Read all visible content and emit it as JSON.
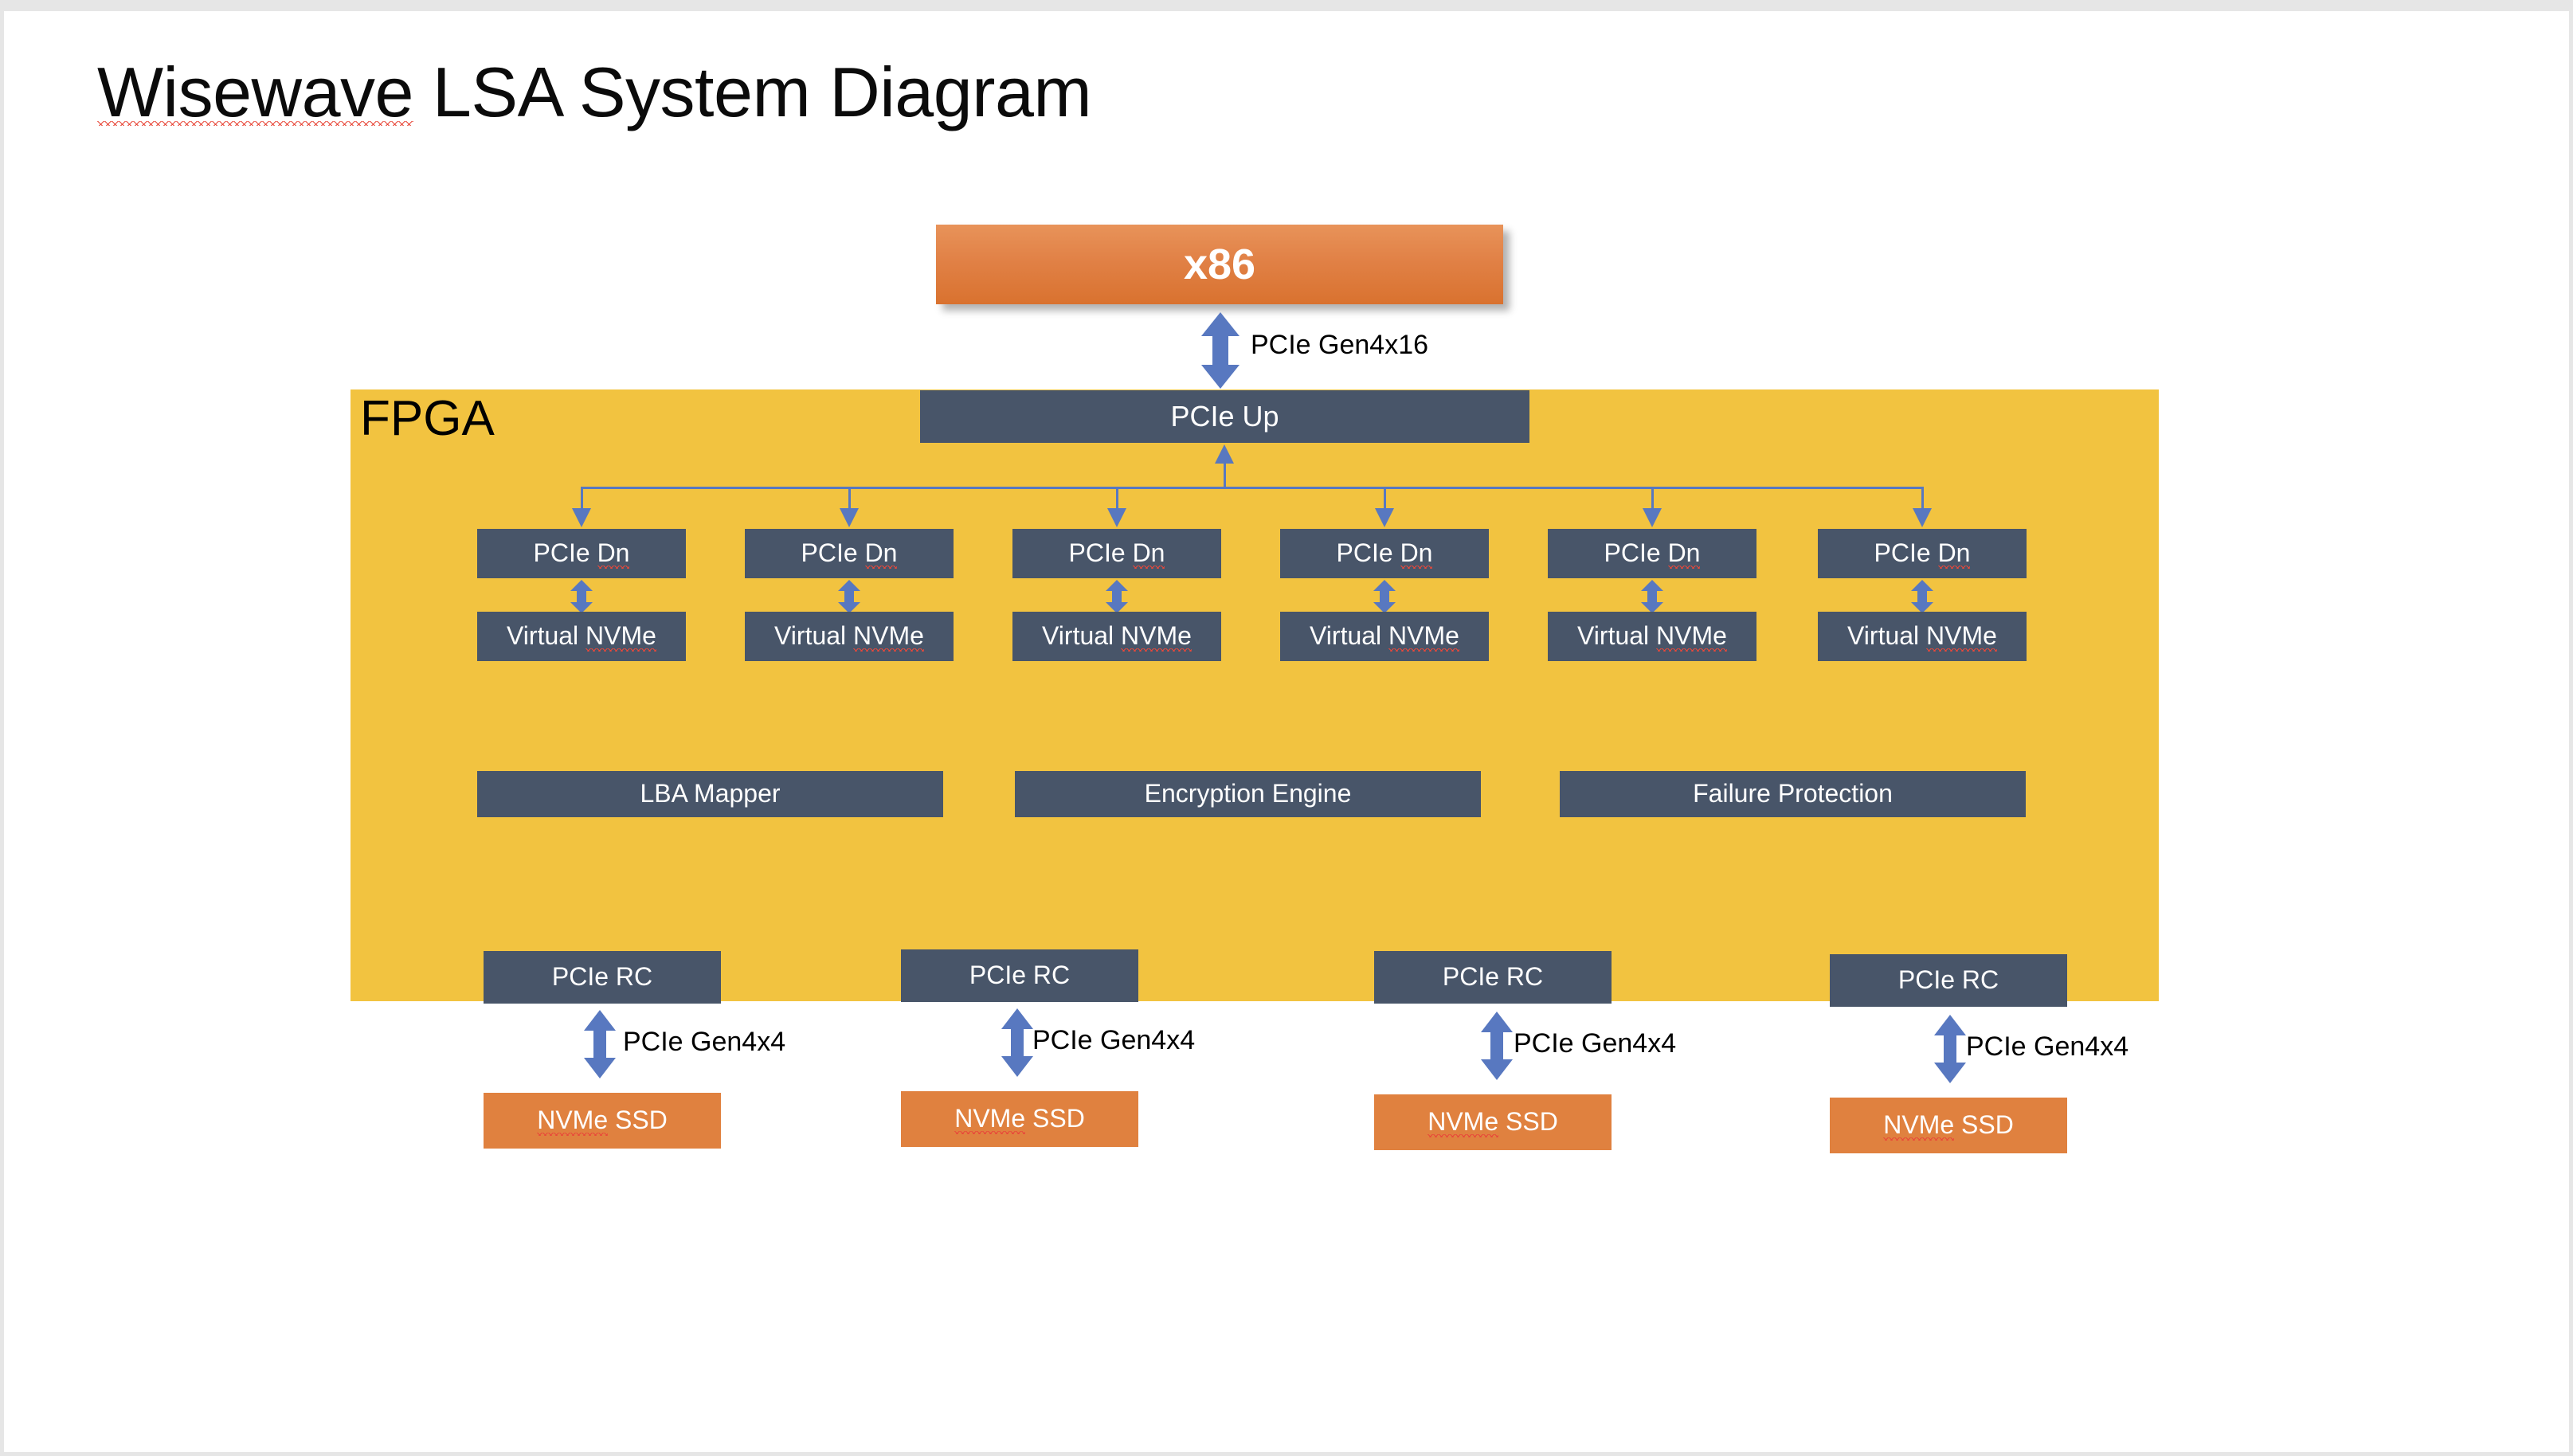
{
  "title": {
    "misspelled_word": "Wisewave",
    "rest": " LSA System Diagram",
    "full": "Wisewave LSA System Diagram"
  },
  "colors": {
    "fpga_panel": "#F2C340",
    "block_slate": "#485569",
    "cpu_orange": "#E1814D",
    "ssd_orange": "#E0813F",
    "arrow_blue": "#5878C0",
    "canvas": "#FFFFFF",
    "spellcheck_red": "#E8483A"
  },
  "host": {
    "cpu_label": "x86",
    "uplink_label": "PCIe Gen4x16"
  },
  "fpga": {
    "panel_label": "FPGA",
    "uplink_port_label": "PCIe Up",
    "downstream_ports": [
      {
        "label": "PCIe Dn",
        "misspelled": "Dn",
        "prefix": "PCIe "
      },
      {
        "label": "PCIe Dn",
        "misspelled": "Dn",
        "prefix": "PCIe "
      },
      {
        "label": "PCIe Dn",
        "misspelled": "Dn",
        "prefix": "PCIe "
      },
      {
        "label": "PCIe Dn",
        "misspelled": "Dn",
        "prefix": "PCIe "
      },
      {
        "label": "PCIe Dn",
        "misspelled": "Dn",
        "prefix": "PCIe "
      },
      {
        "label": "PCIe Dn",
        "misspelled": "Dn",
        "prefix": "PCIe "
      }
    ],
    "virtual_devices": [
      {
        "label": "Virtual NVMe",
        "misspelled": "NVMe",
        "prefix": "Virtual "
      },
      {
        "label": "Virtual NVMe",
        "misspelled": "NVMe",
        "prefix": "Virtual "
      },
      {
        "label": "Virtual NVMe",
        "misspelled": "NVMe",
        "prefix": "Virtual "
      },
      {
        "label": "Virtual NVMe",
        "misspelled": "NVMe",
        "prefix": "Virtual "
      },
      {
        "label": "Virtual NVMe",
        "misspelled": "NVMe",
        "prefix": "Virtual "
      },
      {
        "label": "Virtual NVMe",
        "misspelled": "NVMe",
        "prefix": "Virtual "
      }
    ],
    "engines": [
      {
        "label": "LBA Mapper"
      },
      {
        "label": "Encryption Engine"
      },
      {
        "label": "Failure Protection"
      }
    ],
    "root_complex_ports": [
      {
        "label": "PCIe RC"
      },
      {
        "label": "PCIe RC"
      },
      {
        "label": "PCIe RC"
      },
      {
        "label": "PCIe RC"
      }
    ]
  },
  "storage": {
    "drives": [
      {
        "label": "NVMe SSD",
        "misspelled": "NVMe",
        "suffix": " SSD",
        "link_label": "PCIe Gen4x4"
      },
      {
        "label": "NVMe SSD",
        "misspelled": "NVMe",
        "suffix": " SSD",
        "link_label": "PCIe Gen4x4"
      },
      {
        "label": "NVMe SSD",
        "misspelled": "NVMe",
        "suffix": " SSD",
        "link_label": "PCIe Gen4x4"
      },
      {
        "label": "NVMe SSD",
        "misspelled": "NVMe",
        "suffix": " SSD",
        "link_label": "PCIe Gen4x4"
      }
    ]
  }
}
